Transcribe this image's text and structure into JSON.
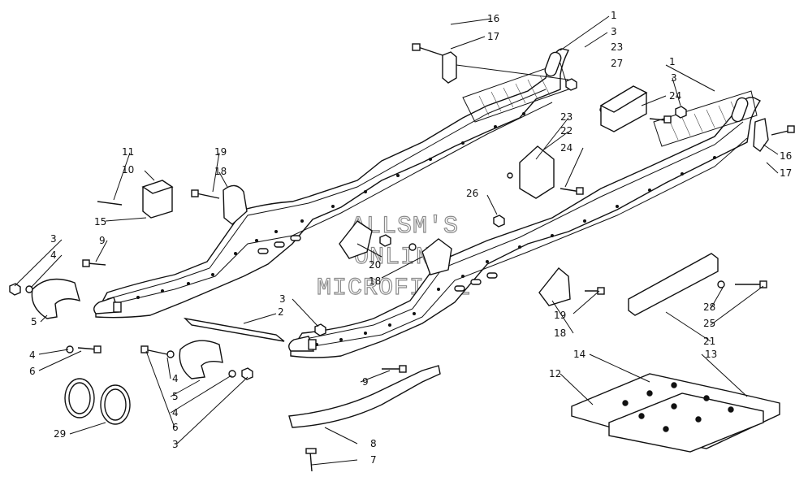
{
  "diagram": {
    "watermark": [
      "ALLSM'S",
      "ONLINE",
      "MICROFICHE"
    ],
    "callouts": {
      "c1a": "16",
      "c1b": "17",
      "c1c": "1",
      "c1d": "3",
      "c1e": "23",
      "c1f": "27",
      "c1g": "1",
      "c1h": "3",
      "c1i": "24",
      "c1j": "16",
      "c1k": "17",
      "c2a": "11",
      "c2b": "10",
      "c2c": "19",
      "c2d": "18",
      "c2e": "15",
      "c2f": "9",
      "c2g": "23",
      "c2h": "22",
      "c2i": "24",
      "c2j": "26",
      "c3a": "3",
      "c3b": "4",
      "c3c": "5",
      "c3d": "20",
      "c3e": "18",
      "c3f": "28",
      "c3g": "25",
      "c3h": "21",
      "c3i": "19",
      "c3j": "18",
      "c4a": "3",
      "c4b": "2",
      "c4c": "4",
      "c4d": "6",
      "c4e": "9",
      "c4f": "4",
      "c4g": "5",
      "c4h": "4",
      "c4i": "6",
      "c4j": "3",
      "c4k": "14",
      "c4l": "13",
      "c4m": "12",
      "c4n": "29",
      "c4o": "8",
      "c4p": "7"
    }
  }
}
